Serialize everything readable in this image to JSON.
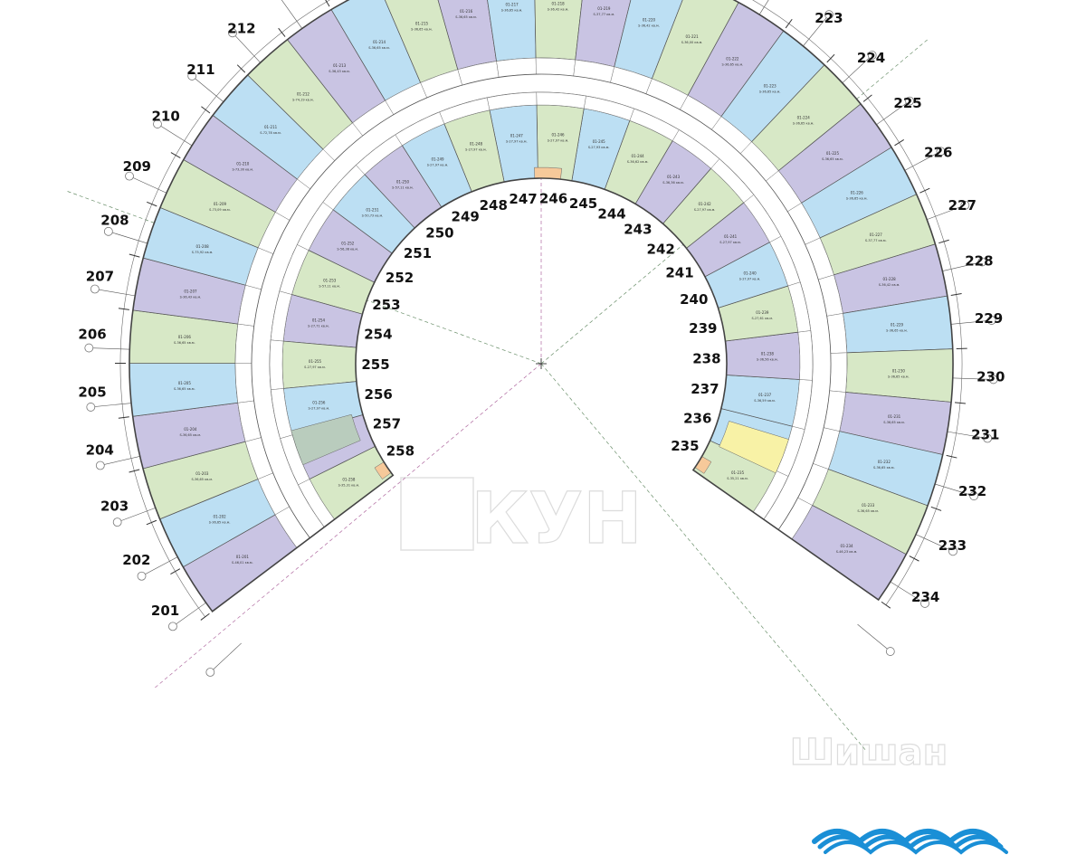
{
  "title": "Корпус 1 - 2 этаж (гостиница)",
  "watermark": {
    "logo": "КУН",
    "subtitle": "Шишан"
  },
  "colors": {
    "lavender": "#c9c4e3",
    "green": "#d7e8c6",
    "blue": "#bcdff3",
    "orange": "#f6c99a",
    "yellow": "#f8f2a6",
    "corridor": "#ffffff",
    "service": "#b9ccbd",
    "wave": "#1a8fd6"
  },
  "rooms": [
    {
      "num": "201",
      "code": "01-201",
      "area": "S-46,01 кв.м.",
      "color": "lavender"
    },
    {
      "num": "202",
      "code": "01-202",
      "area": "S-36,65 кв.м.",
      "color": "blue"
    },
    {
      "num": "203",
      "code": "01-203",
      "area": "S-36,65 кв.м.",
      "color": "green"
    },
    {
      "num": "204",
      "code": "01-204",
      "area": "S-36,65 кв.м.",
      "color": "lavender"
    },
    {
      "num": "205",
      "code": "01-205",
      "area": "S-36,65 кв.м.",
      "color": "blue"
    },
    {
      "num": "206",
      "code": "01-206",
      "area": "S-36,65 кв.м.",
      "color": "green"
    },
    {
      "num": "207",
      "code": "01-207",
      "area": "S-36,43 кв.м.",
      "color": "lavender"
    },
    {
      "num": "208",
      "code": "01-208",
      "area": "S-75,92 кв.м.",
      "color": "blue"
    },
    {
      "num": "209",
      "code": "01-209",
      "area": "S-73,09 кв.м.",
      "color": "green"
    },
    {
      "num": "210",
      "code": "01-210",
      "area": "S-73,30 кв.м.",
      "color": "lavender"
    },
    {
      "num": "211",
      "code": "01-211",
      "area": "S-72,78 кв.м.",
      "color": "blue"
    },
    {
      "num": "212",
      "code": "01-212",
      "area": "S-74,19 кв.м.",
      "color": "green"
    },
    {
      "num": "213",
      "code": "01-213",
      "area": "S-36,43 кв.м.",
      "color": "lavender"
    },
    {
      "num": "214",
      "code": "01-214",
      "area": "S-36,65 кв.м.",
      "color": "blue"
    },
    {
      "num": "215",
      "code": "01-215",
      "area": "S-36,65 кв.м.",
      "color": "green"
    },
    {
      "num": "216",
      "code": "01-216",
      "area": "S-36,65 кв.м.",
      "color": "lavender"
    },
    {
      "num": "217",
      "code": "01-217",
      "area": "S-36,65 кв.м.",
      "color": "blue"
    },
    {
      "num": "218",
      "code": "01-218",
      "area": "S-36,42 кв.м.",
      "color": "green"
    },
    {
      "num": "219",
      "code": "01-219",
      "area": "S-37,77 кв.м.",
      "color": "lavender"
    },
    {
      "num": "220",
      "code": "01-220",
      "area": "S-36,42 кв.м.",
      "color": "blue"
    },
    {
      "num": "221",
      "code": "01-221",
      "area": "S-36,00 кв.м.",
      "color": "green"
    },
    {
      "num": "222",
      "code": "01-222",
      "area": "S-36,65 кв.м.",
      "color": "lavender"
    },
    {
      "num": "223",
      "code": "01-223",
      "area": "S-36,65 кв.м.",
      "color": "blue"
    },
    {
      "num": "224",
      "code": "01-224",
      "area": "S-36,65 кв.м.",
      "color": "green"
    },
    {
      "num": "225",
      "code": "01-225",
      "area": "S-36,65 кв.м.",
      "color": "lavender"
    },
    {
      "num": "226",
      "code": "01-226",
      "area": "S-36,65 кв.м.",
      "color": "blue"
    },
    {
      "num": "227",
      "code": "01-227",
      "area": "S-37,77 кв.м.",
      "color": "green"
    },
    {
      "num": "228",
      "code": "01-228",
      "area": "S-36,42 кв.м.",
      "color": "lavender"
    },
    {
      "num": "229",
      "code": "01-229",
      "area": "S-36,65 кв.м.",
      "color": "blue"
    },
    {
      "num": "230",
      "code": "01-230",
      "area": "S-36,65 кв.м.",
      "color": "green"
    },
    {
      "num": "231",
      "code": "01-231",
      "area": "S-36,65 кв.м.",
      "color": "lavender"
    },
    {
      "num": "232",
      "code": "01-232",
      "area": "S-36,65 кв.м.",
      "color": "blue"
    },
    {
      "num": "233",
      "code": "01-233",
      "area": "S-36,65 кв.м.",
      "color": "green"
    },
    {
      "num": "234",
      "code": "01-234",
      "area": "S-46,23 кв.м.",
      "color": "lavender"
    },
    {
      "num": "235",
      "code": "01-235",
      "area": "S-35,21 кв.м.",
      "color": "green"
    },
    {
      "num": "236",
      "code": "01-236",
      "area": "S-27,97 кв.м.",
      "color": "blue"
    },
    {
      "num": "237",
      "code": "01-237",
      "area": "S-36,59 кв.м.",
      "color": "blue"
    },
    {
      "num": "238",
      "code": "01-238",
      "area": "S-36,56 кв.м.",
      "color": "lavender"
    },
    {
      "num": "239",
      "code": "01-239",
      "area": "S-27,61 кв.м.",
      "color": "green"
    },
    {
      "num": "240",
      "code": "01-240",
      "area": "S-27,97 кв.м.",
      "color": "blue"
    },
    {
      "num": "241",
      "code": "01-241",
      "area": "S-27,97 кв.м.",
      "color": "lavender"
    },
    {
      "num": "242",
      "code": "01-242",
      "area": "S-27,97 кв.м.",
      "color": "green"
    },
    {
      "num": "243",
      "code": "01-243",
      "area": "S-36,36 кв.м.",
      "color": "lavender"
    },
    {
      "num": "244",
      "code": "01-244",
      "area": "S-36,62 кв.м.",
      "color": "green"
    },
    {
      "num": "245",
      "code": "01-245",
      "area": "S-27,93 кв.м.",
      "color": "blue"
    },
    {
      "num": "246",
      "code": "01-246",
      "area": "S-27,97 кв.м.",
      "color": "green"
    },
    {
      "num": "247",
      "code": "01-247",
      "area": "S-27,97 кв.м.",
      "color": "blue"
    },
    {
      "num": "248",
      "code": "01-248",
      "area": "S-27,97 кв.м.",
      "color": "green"
    },
    {
      "num": "249",
      "code": "01-249",
      "area": "S-27,97 кв.м.",
      "color": "blue"
    },
    {
      "num": "250",
      "code": "01-250",
      "area": "S-57,11 кв.м.",
      "color": "lavender"
    },
    {
      "num": "251",
      "code": "01-251",
      "area": "S-50,73 кв.м.",
      "color": "blue"
    },
    {
      "num": "252",
      "code": "01-252",
      "area": "S-56,38 кв.м.",
      "color": "lavender"
    },
    {
      "num": "253",
      "code": "01-253",
      "area": "S-57,11 кв.м.",
      "color": "green"
    },
    {
      "num": "254",
      "code": "01-254",
      "area": "S-27,71 кв.м.",
      "color": "lavender"
    },
    {
      "num": "255",
      "code": "01-255",
      "area": "S-27,97 кв.м.",
      "color": "green"
    },
    {
      "num": "256",
      "code": "01-256",
      "area": "S-27,97 кв.м.",
      "color": "blue"
    },
    {
      "num": "257",
      "code": "01-257",
      "area": "S-27,97 кв.м.",
      "color": "lavender"
    },
    {
      "num": "258",
      "code": "01-258",
      "area": "S-35,31 кв.м.",
      "color": "green"
    }
  ]
}
